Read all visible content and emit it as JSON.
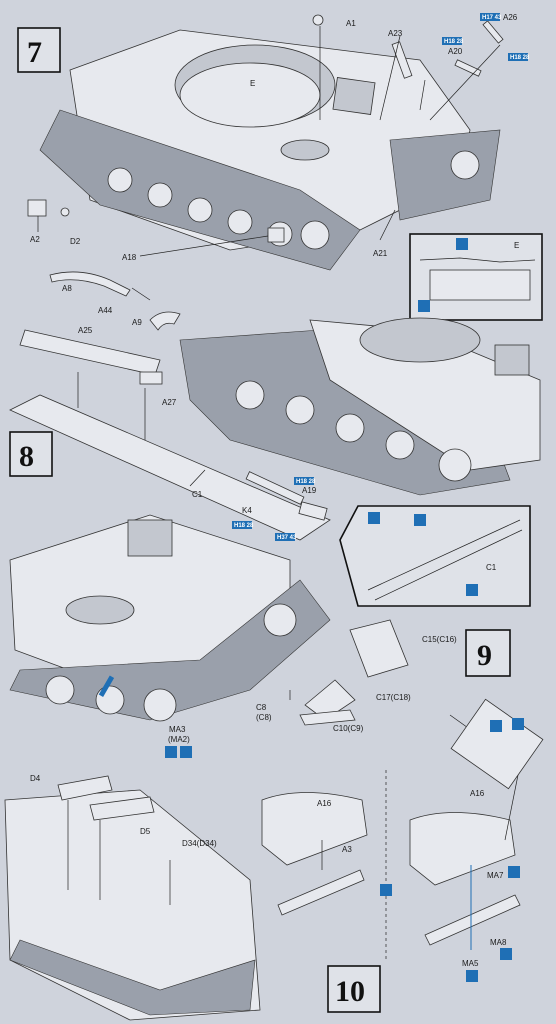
{
  "steps": {
    "s7": "7",
    "s8": "8",
    "s9": "9",
    "s10": "10"
  },
  "labels": {
    "A1": "A1",
    "A23": "A23",
    "A26": "A26",
    "A20": "A20",
    "E": "E",
    "A2": "A2",
    "D2": "D2",
    "A18": "A18",
    "A21": "A21",
    "E_inset": "E",
    "A8": "A8",
    "A44": "A44",
    "A9": "A9",
    "A25": "A25",
    "A27": "A27",
    "C1": "C1",
    "K4": "K4",
    "A19": "A19",
    "C1_inset": "C1",
    "C15": "C15(C16)",
    "C8": "C8",
    "C8b": "(C8)",
    "C17": "C17(C18)",
    "C10": "C10(C9)",
    "MA3": "MA3",
    "MA2": "(MA2)",
    "D4": "D4",
    "D5": "D5",
    "D34": "D34(D34)",
    "A16": "A16",
    "A3": "A3",
    "A16b": "A16",
    "MA7": "MA7",
    "MA8": "MA8",
    "MA5": "MA5"
  },
  "codes": {
    "h17_43": "H17 43",
    "h18_28": "H18 28",
    "h37_43": "H37 43"
  },
  "colors": {
    "accent": "#1f6fb5",
    "paper": "#cfd3dc",
    "ink": "#111111"
  }
}
